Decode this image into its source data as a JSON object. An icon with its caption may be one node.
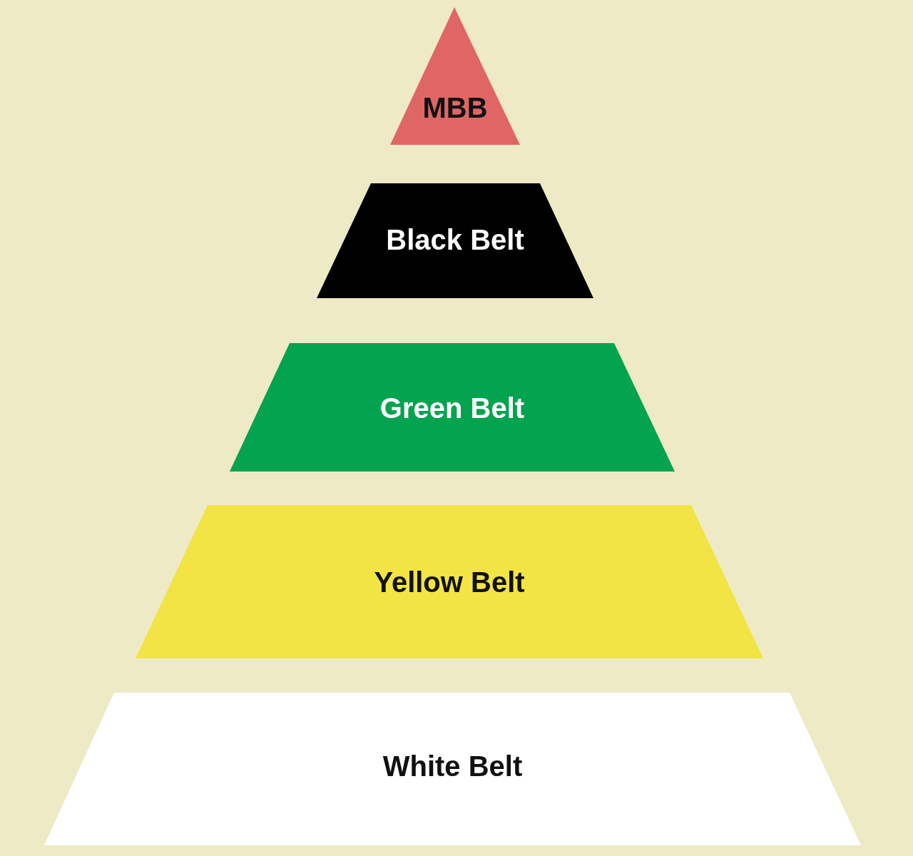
{
  "diagram": {
    "nodes": [
      {
        "text": [
          "MBB"
        ]
      },
      {
        "text": [
          "Black Belt"
        ]
      },
      {
        "text": [
          "Green Belt"
        ]
      },
      {
        "text": [
          "Yellow Belt"
        ]
      },
      {
        "text": [
          "White Belt"
        ]
      }
    ]
  }
}
